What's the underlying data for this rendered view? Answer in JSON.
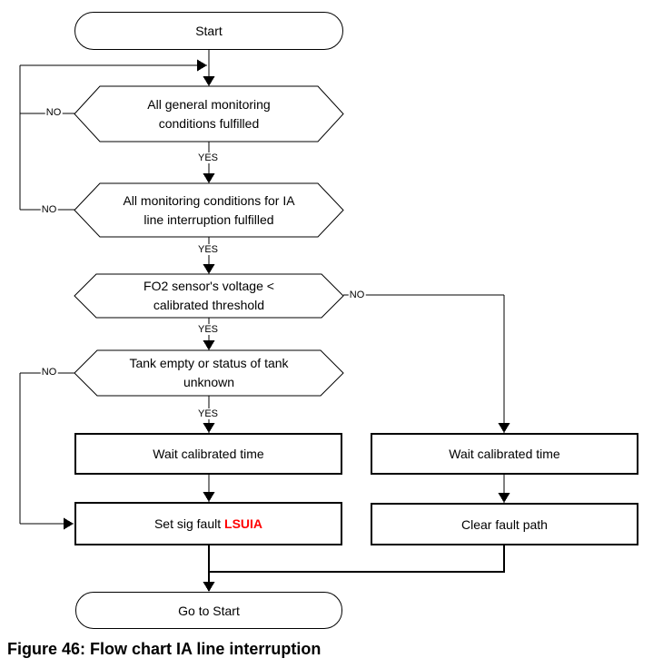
{
  "flowchart": {
    "nodes": {
      "start": "Start",
      "cond_general": "All general monitoring\nconditions fulfilled",
      "cond_ia": "All monitoring conditions for IA\nline interruption fulfilled",
      "cond_fo2": "FO2 sensor's voltage <\ncalibrated threshold",
      "cond_tank": "Tank empty or status of tank\nunknown",
      "wait_left": "Wait calibrated time",
      "wait_right": "Wait calibrated time",
      "set_fault_prefix": "Set sig fault ",
      "set_fault_code": "LSUIA",
      "clear_fault": "Clear fault path",
      "goto_start": "Go to Start"
    },
    "labels": {
      "yes": "YES",
      "no": "NO"
    },
    "colors": {
      "fault_code": "#ff0000",
      "line": "#000000",
      "background": "#ffffff"
    }
  },
  "caption": "Figure 46: Flow chart IA line interruption"
}
